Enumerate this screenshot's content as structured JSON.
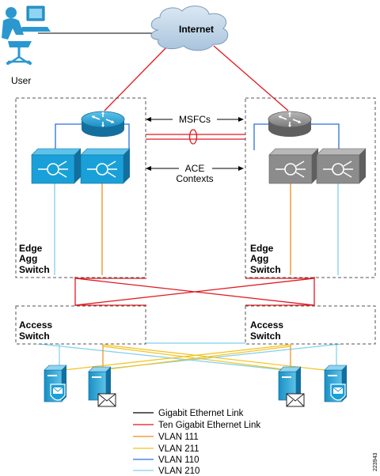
{
  "nodes": {
    "user": "User",
    "internet": "Internet",
    "msfcs": "MSFCs",
    "ace_line1": "ACE",
    "ace_line2": "Contexts",
    "edge_left": [
      "Edge",
      "Agg",
      "Switch"
    ],
    "edge_right": [
      "Edge",
      "Agg",
      "Switch"
    ],
    "access_left": [
      "Access",
      "Switch"
    ],
    "access_right": [
      "Access",
      "Switch"
    ]
  },
  "legend": [
    {
      "label": "Gigabit Ethernet Link",
      "color": "#000000"
    },
    {
      "label": "Ten Gigabit Ethernet Link",
      "color": "#e0191e"
    },
    {
      "label": "VLAN 111",
      "color": "#f08c1a"
    },
    {
      "label": "VLAN 211",
      "color": "#f2c21c"
    },
    {
      "label": "VLAN 110",
      "color": "#2c6fd6"
    },
    {
      "label": "VLAN 210",
      "color": "#7fd0ec"
    }
  ],
  "figure_id": "223943",
  "colors": {
    "active_device": "#1aa0d8",
    "standby_device": "#8c8c8c",
    "cloud": "#c4d8ea",
    "box_border": "#555555"
  }
}
